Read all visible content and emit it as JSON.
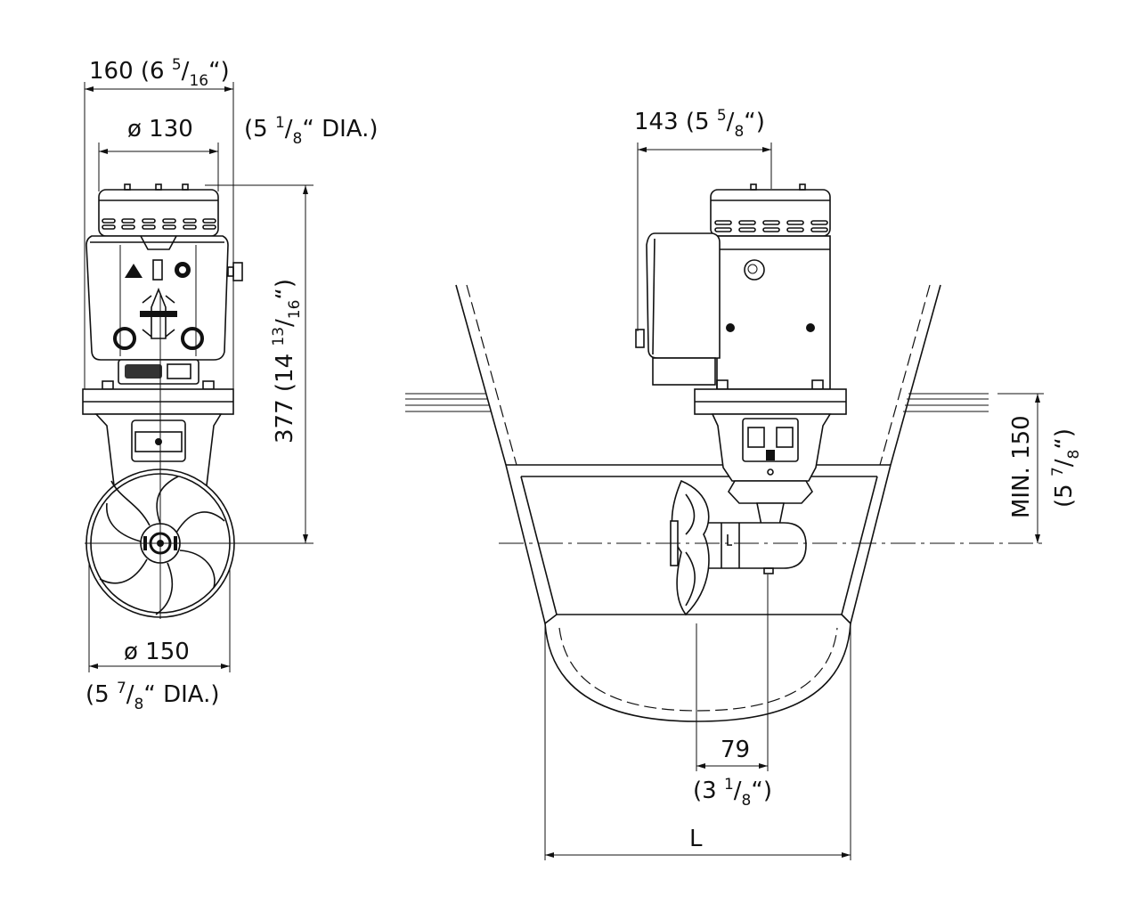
{
  "front_view": {
    "width_dim": {
      "main": "160 (6 ",
      "num": "5",
      "den": "16",
      "suffix": "“)"
    },
    "motor_dia_dim": {
      "label": "ø 130"
    },
    "motor_dia_imperial": {
      "main": "(5 ",
      "num": "1",
      "den": "8",
      "suffix": "“ DIA.)"
    },
    "height_dim": {
      "main": "377 (14 ",
      "num": "13",
      "den": "16",
      "suffix": "“)"
    },
    "prop_dia_dim": {
      "label": "ø 150"
    },
    "prop_dia_imperial": {
      "main": "(5 ",
      "num": "7",
      "den": "8",
      "suffix": "“ DIA.)"
    }
  },
  "side_view": {
    "depth_dim": {
      "main": "143 (5 ",
      "num": "5",
      "den": "8",
      "suffix": "“)"
    },
    "min_depth_dim": {
      "label": "MIN. 150"
    },
    "min_depth_imperial": {
      "main": "(5 ",
      "num": "7",
      "den": "8",
      "suffix": "“)"
    },
    "offset_dim": {
      "label": "79"
    },
    "offset_imperial": {
      "main": "(3 ",
      "num": "1",
      "den": "8",
      "suffix": "“)"
    },
    "tunnel_length_dim": {
      "label": "L"
    }
  }
}
